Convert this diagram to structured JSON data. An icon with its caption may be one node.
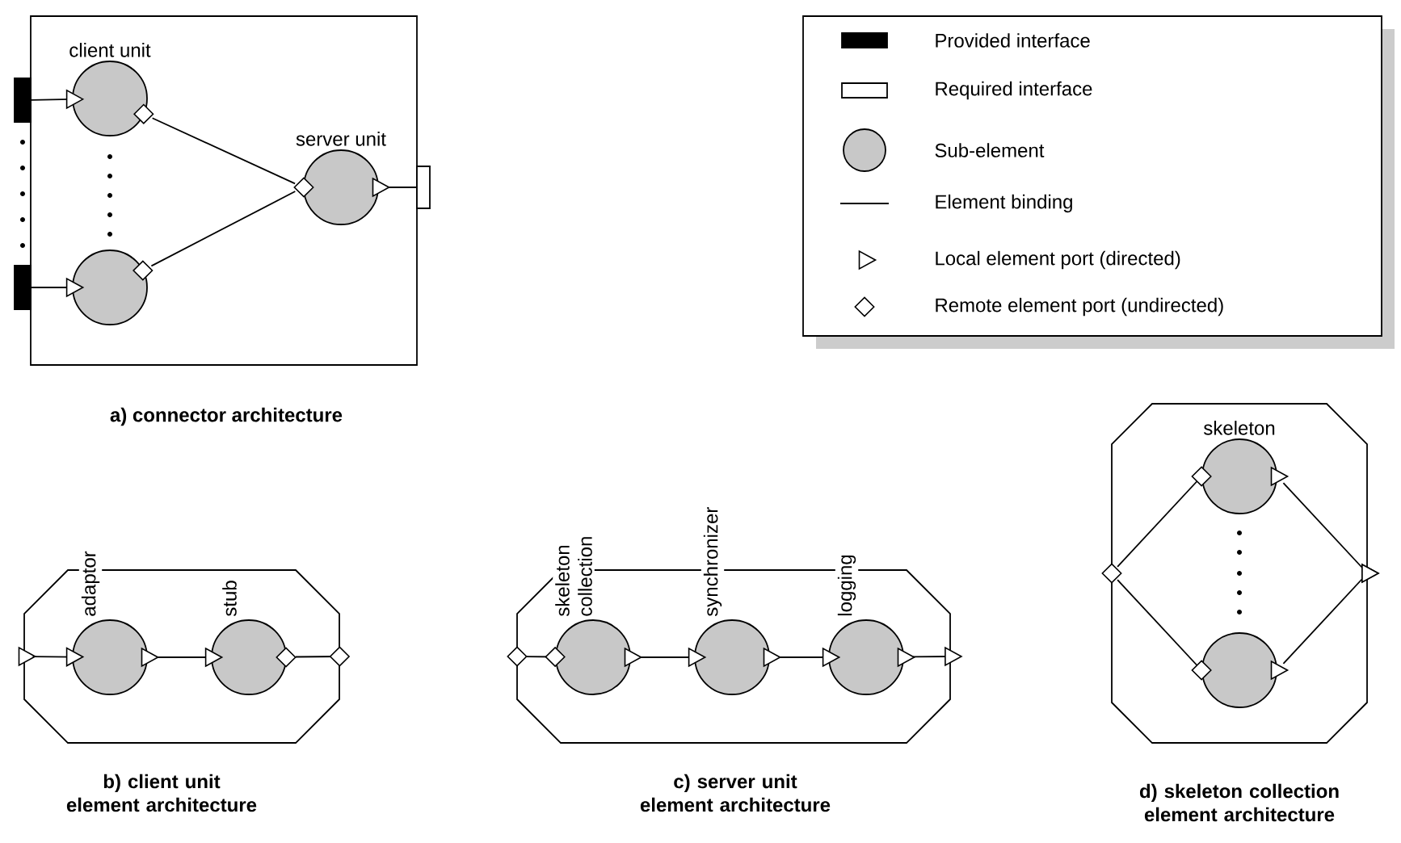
{
  "diagram": {
    "nodes": [
      {
        "text": [],
        "shape": "box"
      },
      {
        "text": [],
        "shape": "bar"
      },
      {
        "text": [
          "client unit"
        ],
        "in": 0
      },
      {
        "text": [],
        "shape": "bar"
      },
      {
        "text": [],
        "shape": "circle",
        "in": 0
      },
      {
        "text": [
          "server unit"
        ],
        "in": 0
      },
      {
        "text": [],
        "shape": "box"
      },
      {
        "text": [],
        "shape": "octagon"
      },
      {
        "text": [
          "adaptor"
        ],
        "in": 7
      },
      {
        "text": [
          "stub"
        ],
        "in": 7
      },
      {
        "text": [],
        "shape": "octagon"
      },
      {
        "text": [
          "skeleton collection"
        ]
      },
      {
        "text": [
          "synchronizer"
        ]
      },
      {
        "text": [
          "logging"
        ],
        "in": 10
      },
      {
        "text": [],
        "shape": "octagon"
      },
      {
        "text": [
          "skeleton"
        ],
        "in": 14
      },
      {
        "text": [],
        "shape": "circle",
        "in": 14
      }
    ],
    "edges": [
      {
        "from": 1,
        "to": 2,
        "arrow": "to"
      },
      {
        "from": 5,
        "to": 2,
        "arrow": "none"
      },
      {
        "from": 3,
        "to": 4,
        "arrow": "to"
      },
      {
        "from": 5,
        "to": 4,
        "arrow": "none"
      },
      {
        "from": 5,
        "to": 6,
        "arrow": "none"
      },
      {
        "from": 7,
        "to": 8,
        "arrow": "to"
      },
      {
        "from": 8,
        "to": 9,
        "arrow": "to"
      },
      {
        "from": 9,
        "to": 7,
        "arrow": "other"
      },
      {
        "from": 10,
        "to": 11,
        "arrow": "other"
      },
      {
        "from": 11,
        "to": 12,
        "arrow": "to"
      },
      {
        "from": 12,
        "to": 13,
        "arrow": "to"
      },
      {
        "from": 13,
        "to": 10,
        "arrow": "to"
      },
      {
        "from": 14,
        "to": 15,
        "arrow": "other"
      },
      {
        "from": 14,
        "to": 16,
        "arrow": "other"
      },
      {
        "from": 15,
        "to": 14,
        "arrow": "to"
      },
      {
        "from": 16,
        "to": 14,
        "arrow": "to"
      }
    ],
    "labels": [
      "a) connector architecture",
      "b) client unit element architecture",
      "c) server unit element architecture",
      "d) skeleton collection element architecture"
    ],
    "legend": [
      {
        "text": "Provided interface",
        "color": "#000000"
      },
      {
        "text": "Required interface"
      },
      {
        "text": "Sub-element"
      },
      {
        "text": "Element binding"
      },
      {
        "text": "Local element port (directed)"
      },
      {
        "text": "Remote element port (undirected)"
      }
    ]
  }
}
